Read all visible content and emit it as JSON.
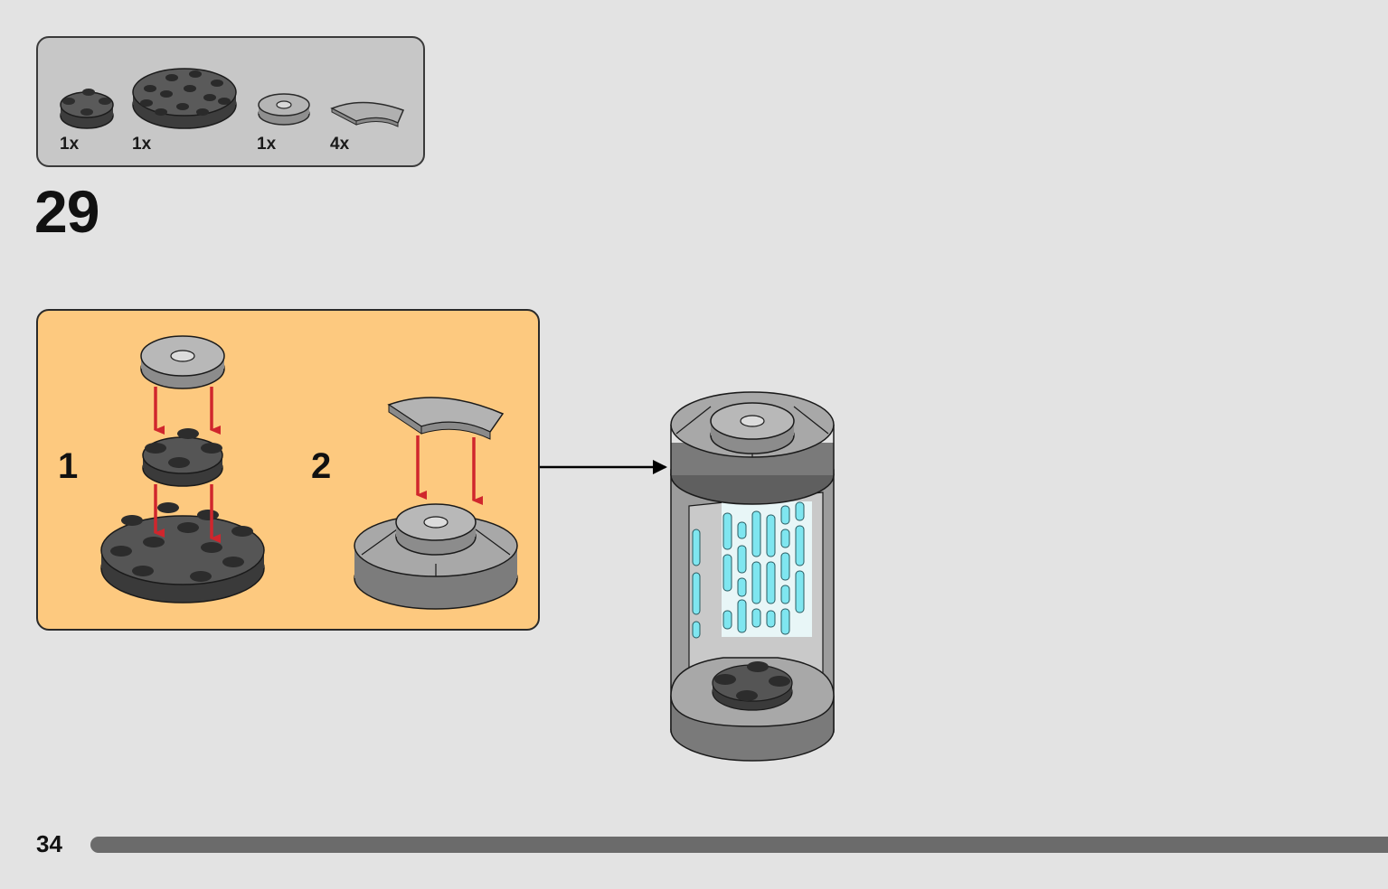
{
  "parts_list": {
    "items": [
      {
        "part": "round-plate-2x2-dark-gray",
        "qty": "1x"
      },
      {
        "part": "round-plate-4x4-dark-gray",
        "qty": "1x"
      },
      {
        "part": "round-tile-2x2-hole-light-gray",
        "qty": "1x"
      },
      {
        "part": "curved-tile-light-gray",
        "qty": "4x"
      }
    ]
  },
  "step": {
    "number": "29"
  },
  "substeps": [
    {
      "label": "1"
    },
    {
      "label": "2"
    }
  ],
  "footer": {
    "page_number": "34"
  },
  "colors": {
    "background": "#e3e3e3",
    "parts_box": "#c7c7c7",
    "substep_box": "#fdc97f",
    "arrow_red": "#d0262d",
    "dark_gray_brick": "#4a4a4a",
    "light_gray_brick": "#a9a9a9",
    "glow_cyan": "#7fe6f0",
    "page_bar": "#6b6b6b"
  }
}
